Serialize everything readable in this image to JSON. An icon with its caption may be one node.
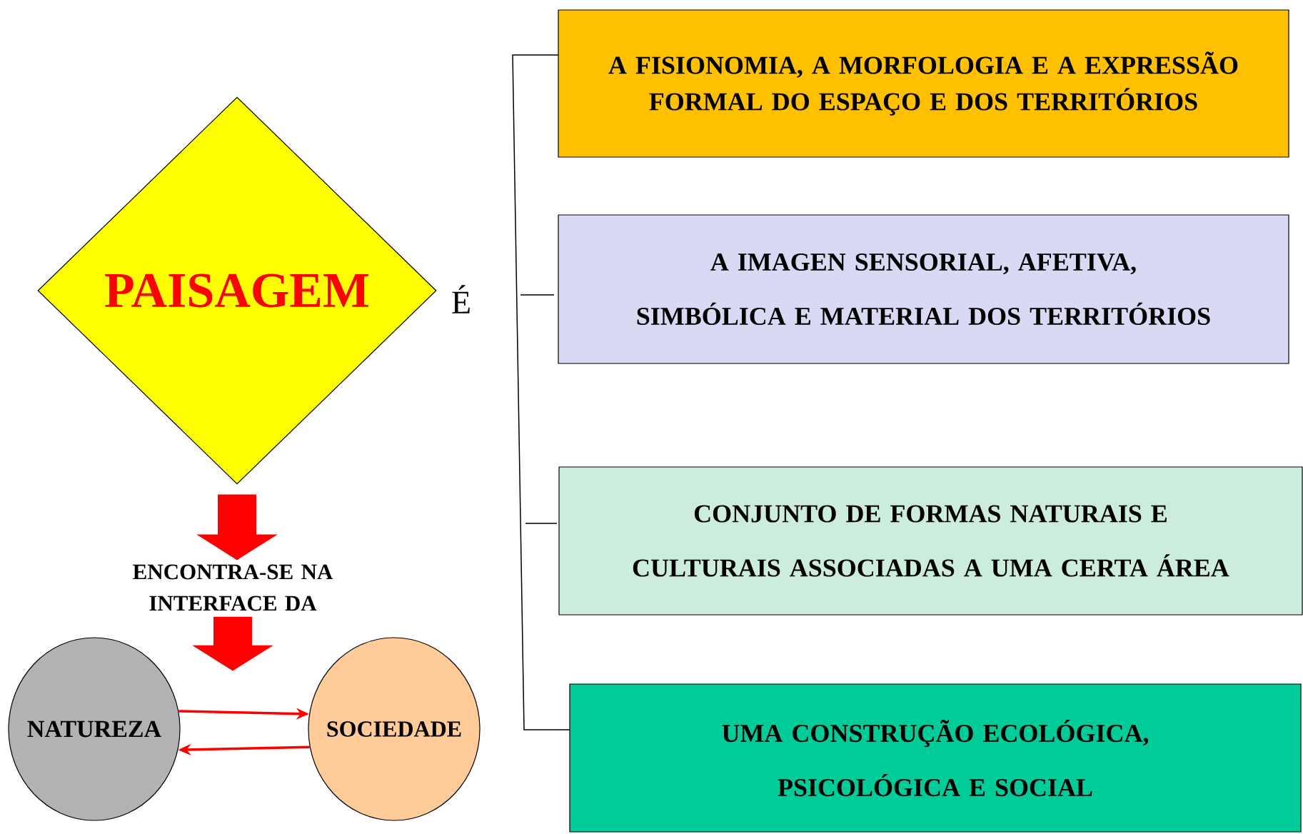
{
  "diagram": {
    "nodes": [
      {
        "text": [
          "PAISAGEM"
        ]
      },
      {
        "text": [
          "A FISIONOMIA, A MORFOLOGIA E A EXPRESSÃO FORMAL DO ESPAÇO E DOS TERRITÓRIOS"
        ]
      },
      {
        "text": [
          "A IMAGEN SENSORIAL, AFETIVA, SIMBÓLICA E MATERIAL DOS TERRITÓRIOS"
        ]
      },
      {
        "text": [
          "CONJUNTO DE FORMAS NATURAIS E CULTURAIS ASSOCIADAS A UMA CERTA ÁREA"
        ]
      },
      {
        "text": [
          "UMA CONSTRUÇÃO ECOLÓGICA, PSICOLÓGICA E SOCIAL"
        ]
      },
      {
        "text": [
          "ENCONTRA-SE NA INTERFACE DA"
        ]
      },
      {
        "text": [
          "NATUREZA"
        ]
      },
      {
        "text": [
          "SOCIEDADE"
        ]
      }
    ],
    "edges": [
      {
        "from": 0,
        "to": 5,
        "arrow": "to",
        "style": "thick",
        "color": "#ff0000"
      },
      {
        "from": 5,
        "to": null,
        "arrow": "to",
        "style": "thick",
        "color": "#ff0000"
      },
      {
        "from": 6,
        "to": 7,
        "arrow": "to",
        "color": "#ff0000"
      },
      {
        "from": 7,
        "to": 6,
        "arrow": "to",
        "color": "#ff0000"
      }
    ],
    "labels": [
      "É"
    ]
  }
}
